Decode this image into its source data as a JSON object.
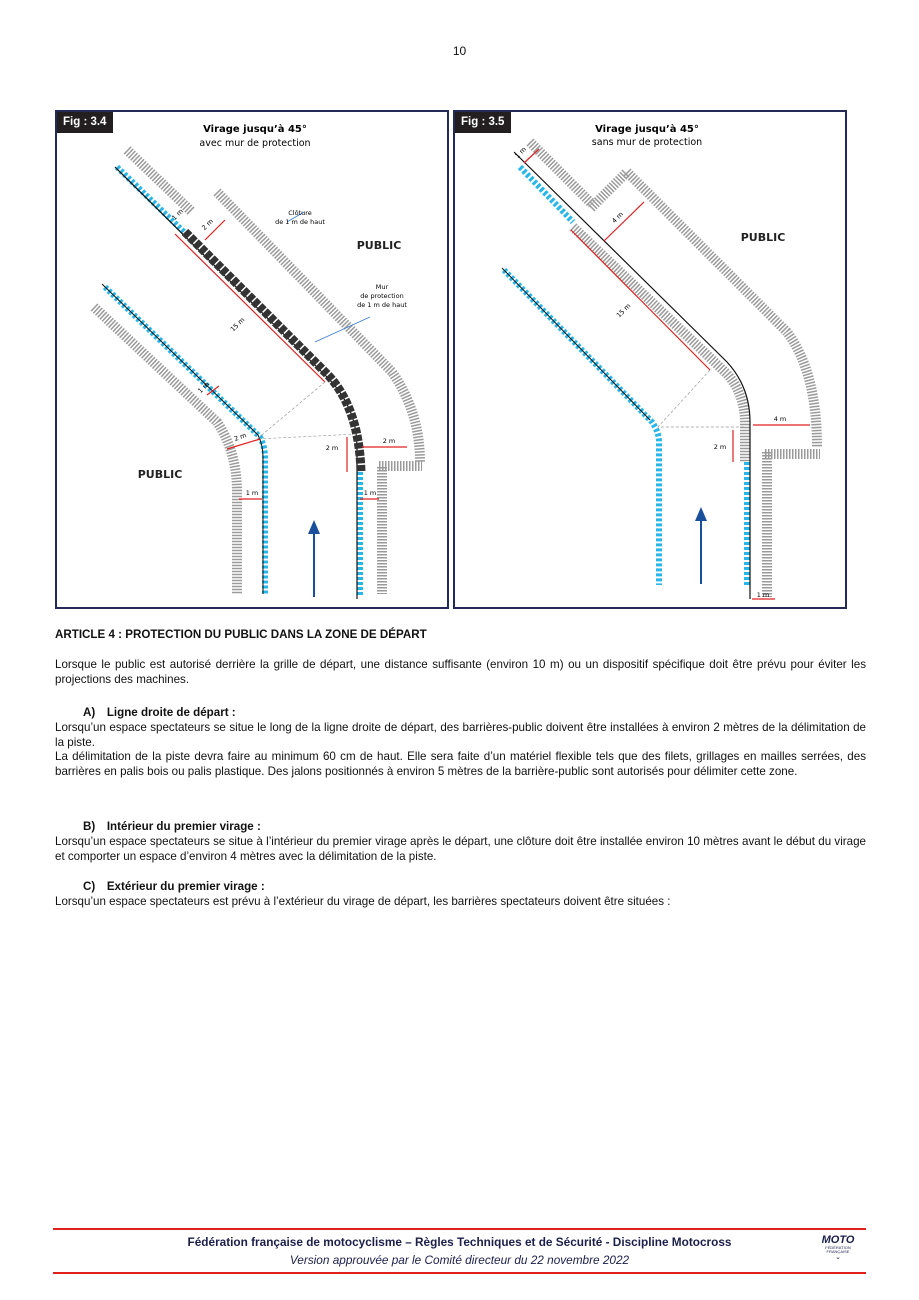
{
  "page_number": "10",
  "figures": [
    {
      "label": "Fig : 3.4",
      "title": "Virage jusqu’à 45°",
      "subtitle": "avec mur de protection",
      "annotations": {
        "public_right": "PUBLIC",
        "public_left": "PUBLIC",
        "cloture_1": "Clôture",
        "cloture_2": "de 1 m de haut",
        "mur_1": "Mur",
        "mur_2": "de protection",
        "mur_3": "de 1 m de haut",
        "dim_15m": "15 m",
        "dim_1m_top": "1 m",
        "dim_2m_top": "2 m",
        "dim_1m_left": "1 m",
        "dim_2m_left": "2 m",
        "dim_2m_vert": "2 m",
        "dim_2m_right": "2 m",
        "dim_1m_bottom_left": "1 m",
        "dim_1m_bottom_right": "1 m"
      }
    },
    {
      "label": "Fig : 3.5",
      "title": "Virage jusqu’à 45°",
      "subtitle": "sans mur de protection",
      "annotations": {
        "public_right": "PUBLIC",
        "dim_1m_top": "1 m",
        "dim_4m_top": "4 m",
        "dim_15m": "15 m",
        "dim_4m_right": "4 m",
        "dim_2m_vert": "2 m",
        "dim_1m_bottom": "1 m"
      }
    }
  ],
  "article": {
    "heading": "ARTICLE 4 : PROTECTION DU PUBLIC DANS LA ZONE DE DÉPART",
    "intro": "Lorsque le public est autorisé derrière la grille de départ, une distance suffisante (environ 10 m) ou un dispositif spécifique doit être prévu pour éviter les projections des machines.",
    "sections": [
      {
        "title": "A) Ligne droite de départ :",
        "paragraphs": [
          "Lorsqu’un espace spectateurs se situe le long de la ligne droite de départ, des barrières-public doivent être installées à environ 2 mètres de la délimitation de la piste.",
          "La délimitation de la piste devra faire au minimum 60 cm de haut. Elle sera faite d’un matériel flexible tels que des filets, grillages en mailles serrées, des barrières en palis bois ou palis plastique. Des jalons positionnés à environ 5 mètres de la barrière-public sont autorisés pour délimiter cette zone."
        ]
      },
      {
        "title": "B) Intérieur du premier virage :",
        "paragraphs": [
          "Lorsqu’un espace spectateurs se situe à l’intérieur du premier virage après le départ, une clôture doit être installée environ 10 mètres avant le début du virage et comporter un espace d’environ 4 mètres avec la délimitation de la piste."
        ]
      },
      {
        "title": "C) Extérieur du premier virage :",
        "paragraphs": [
          "Lorsqu’un espace spectateurs est prévu à l’extérieur du virage de départ, les barrières spectateurs doivent être situées :"
        ]
      }
    ]
  },
  "footer": {
    "line1": "Fédération française de motocyclisme – Règles Techniques et de Sécurité - Discipline Motocross",
    "line2": "Version approuvée par le Comité directeur du 22 novembre 2022",
    "logo_text": "MOTO",
    "logo_sub": "FÉDÉRATION FRANÇAISE"
  },
  "colors": {
    "accent_red": "#e0201b",
    "navy": "#1b1f4a",
    "track_blue": "#29b6e8",
    "fence_gray": "#9a9a9a",
    "dim_red": "#e02020"
  }
}
